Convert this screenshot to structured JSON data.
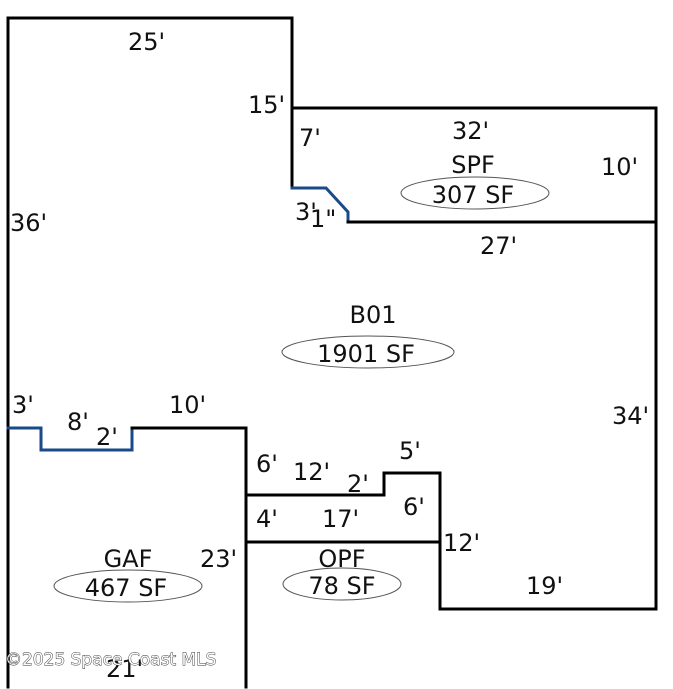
{
  "rooms": {
    "b01": {
      "code": "B01",
      "area": "1901 SF"
    },
    "spf": {
      "code": "SPF",
      "area": "307 SF"
    },
    "gaf": {
      "code": "GAF",
      "area": "467 SF"
    },
    "opf": {
      "code": "OPF",
      "area": "78 SF"
    }
  },
  "dimensions": {
    "d25": "25'",
    "d15": "15'",
    "d7": "7'",
    "d32": "32'",
    "d10_right": "10'",
    "d3ft": "3'",
    "d1in": "1\"",
    "d27": "27'",
    "d36": "36'",
    "d34": "34'",
    "d3_left": "3'",
    "d8": "8'",
    "d2_left": "2'",
    "d10_mid": "10'",
    "d6_top": "6'",
    "d12_top": "12'",
    "d2_mid": "2'",
    "d5": "5'",
    "d6_right": "6'",
    "d4": "4'",
    "d17": "17'",
    "d12_right": "12'",
    "d23": "23'",
    "d19": "19'",
    "d21": "21'"
  },
  "watermark": "©2025 Space Coast MLS",
  "colors": {
    "line": "#000000",
    "accent_line": "#1a4a8a"
  }
}
